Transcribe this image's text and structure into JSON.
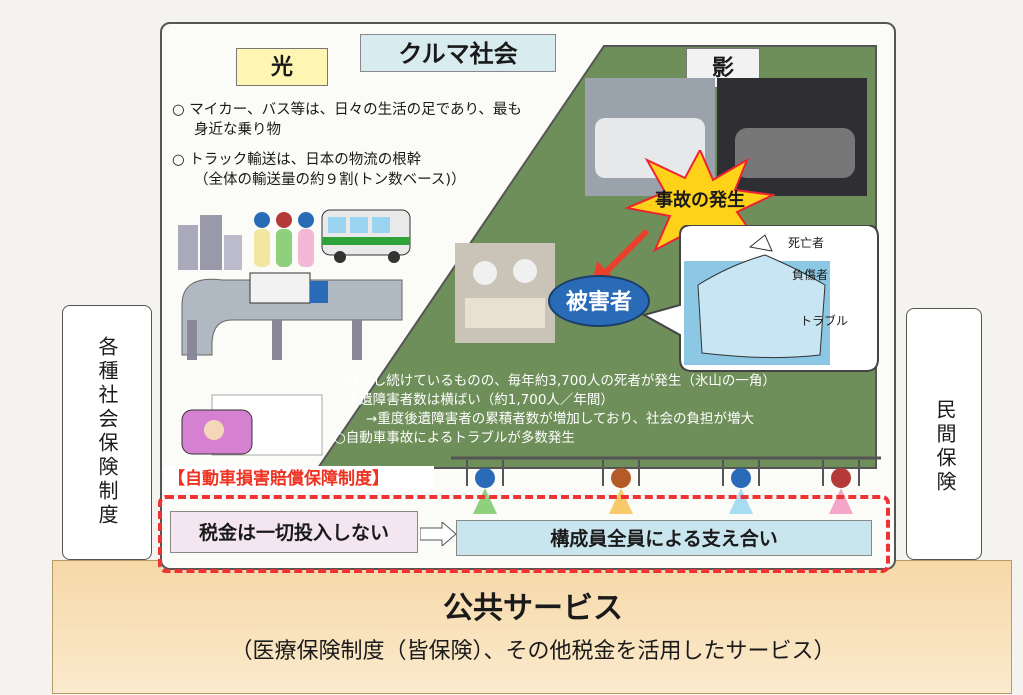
{
  "title": "クルマ社会",
  "light": {
    "label": "光",
    "bullets": [
      {
        "line1": "○ マイカー、バス等は、日々の生活の足であり、最も",
        "line2": "身近な乗り物"
      },
      {
        "line1": "○ トラック輸送は、日本の物流の根幹",
        "line2": "（全体の輸送量の約９割(トン数ベース)）"
      }
    ]
  },
  "shadow": {
    "label": "影",
    "accident": "事故の発生",
    "victims": "被害者",
    "iceberg": {
      "death": "死亡者",
      "injured": "負傷者",
      "trouble": "トラブル"
    },
    "bullets": [
      "○減少し続けているものの、毎年約3,700人の死者が発生（氷山の一角）",
      "○後遺障害者数は横ばい（約1,700人／年間）",
      "→重度後遺障害者の累積者数が増加しており、社会の負担が増大",
      "○自動車事故によるトラブルが多数発生"
    ]
  },
  "system": {
    "label": "【自動車損害賠償保障制度】",
    "no_tax": "税金は一切投入しない",
    "mutual_support": "構成員全員による支え合い"
  },
  "left_pillar": "各種社会保険制度",
  "right_pillar": "民間保険",
  "base": {
    "title": "公共サービス",
    "subtitle": "（医療保険制度（皆保険）、その他税金を活用したサービス）"
  },
  "colors": {
    "shadow_panel": "#6f8f5a",
    "dashed_border": "#e33333",
    "base": "#f6d8a8",
    "arrow": "#e8402a"
  }
}
